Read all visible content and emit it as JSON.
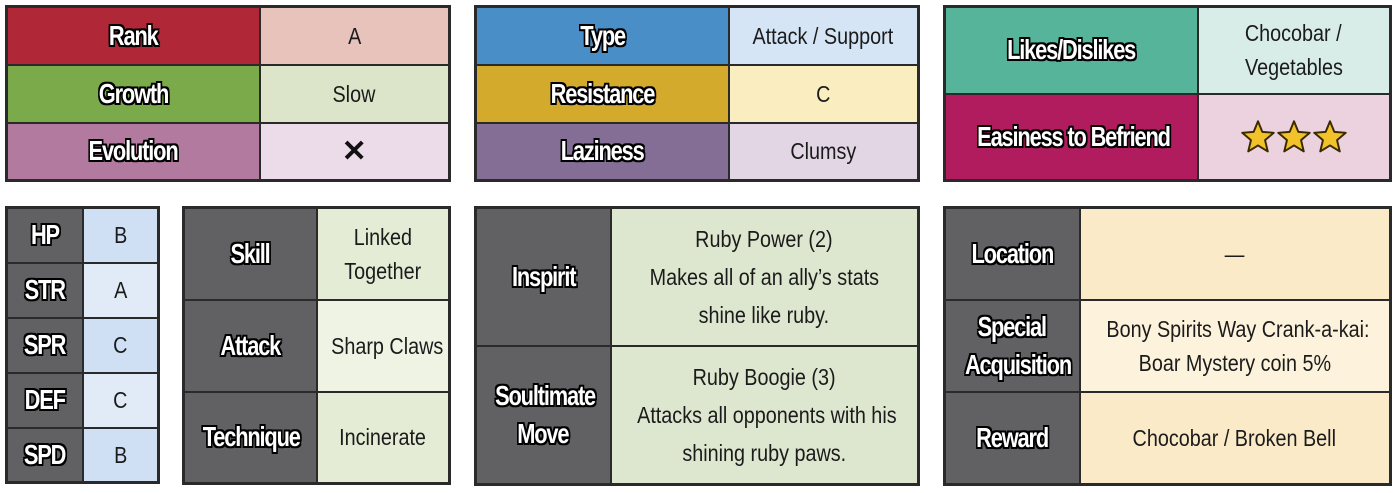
{
  "colors": {
    "rank_header": "#b02838",
    "rank_value": "#e7c3bc",
    "growth_header": "#7aaa4a",
    "growth_value": "#dce5c9",
    "evolution_header": "#b27a9e",
    "evolution_value": "#ecdbe9",
    "type_header": "#4a8ec8",
    "type_value": "#d5e5f5",
    "resistance_header": "#d3aa2c",
    "resistance_value": "#faeec0",
    "laziness_header": "#856e96",
    "laziness_value": "#e2d6e4",
    "likes_header": "#56b49a",
    "likes_value": "#d8ede8",
    "befriend_header": "#b01c5e",
    "befriend_value": "#ecd2de",
    "stat_value": "#cfe0f4",
    "dark_header": "#616164",
    "skill_value": "#e4ecd6",
    "spirit_value": "#dde7cf",
    "location_value": "#faeac8",
    "star_fill": "#f1c22a"
  },
  "basic": {
    "rank": {
      "label": "Rank",
      "value": "A"
    },
    "growth": {
      "label": "Growth",
      "value": "Slow"
    },
    "evolution": {
      "label": "Evolution",
      "value": "✕"
    }
  },
  "type_info": {
    "type": {
      "label": "Type",
      "value": "Attack / Support"
    },
    "resistance": {
      "label": "Resistance",
      "value": "C"
    },
    "laziness": {
      "label": "Laziness",
      "value": "Clumsy"
    }
  },
  "social": {
    "likes": {
      "label": "Likes/Dislikes",
      "value_line1": "Chocobar /",
      "value_line2": "Vegetables"
    },
    "befriend": {
      "label": "Easiness to Befriend",
      "stars": 3,
      "star_icon": "star-icon"
    }
  },
  "stats": [
    {
      "label": "HP",
      "value": "B"
    },
    {
      "label": "STR",
      "value": "A"
    },
    {
      "label": "SPR",
      "value": "C"
    },
    {
      "label": "DEF",
      "value": "C"
    },
    {
      "label": "SPD",
      "value": "B"
    }
  ],
  "skills": {
    "skill": {
      "label": "Skill",
      "value_line1": "Linked",
      "value_line2": "Together"
    },
    "attack": {
      "label": "Attack",
      "value": "Sharp Claws"
    },
    "technique": {
      "label": "Technique",
      "value": "Incinerate"
    }
  },
  "spirits": {
    "inspirit": {
      "label": "Inspirit",
      "name": "Ruby Power (2)",
      "desc_line1": "Makes all of an ally’s stats",
      "desc_line2": "shine like ruby."
    },
    "soultimate": {
      "label_line1": "Soultimate",
      "label_line2": "Move",
      "name": "Ruby Boogie (3)",
      "desc_line1": "Attacks all opponents with his",
      "desc_line2": "shining ruby paws."
    }
  },
  "acquire": {
    "location": {
      "label": "Location",
      "value": "—"
    },
    "special": {
      "label_line1": "Special",
      "label_line2": "Acquisition",
      "value_line1": "Bony Spirits Way Crank-a-kai:",
      "value_line2": "Boar Mystery coin 5%"
    },
    "reward": {
      "label": "Reward",
      "value": "Chocobar / Broken Bell"
    }
  }
}
